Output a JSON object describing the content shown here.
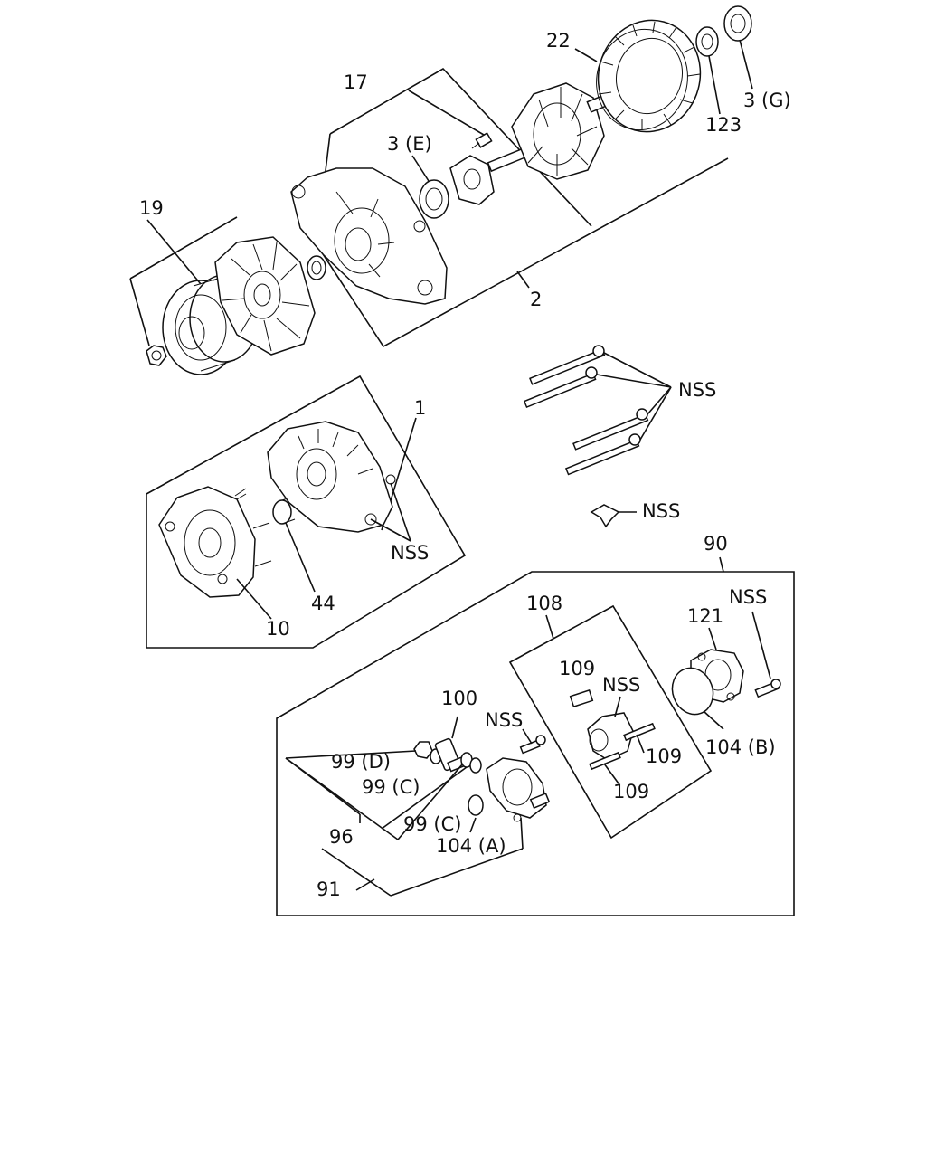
{
  "callouts": {
    "c17": "17",
    "c22": "22",
    "c3e": "3 (E)",
    "c3g": "3 (G)",
    "c123": "123",
    "c19": "19",
    "c2": "2",
    "c1": "1",
    "c10": "10",
    "c44": "44",
    "c90": "90",
    "c108": "108",
    "c121": "121",
    "c109a": "109",
    "c109b": "109",
    "c109c": "109",
    "c100": "100",
    "c99d": "99 (D)",
    "c99c1": "99 (C)",
    "c99c2": "99 (C)",
    "c96": "96",
    "c91": "91",
    "c104a": "104 (A)",
    "c104b": "104 (B)",
    "nss_bolts": "NSS",
    "nss_clip": "NSS",
    "nss_housing": "NSS",
    "nss_cover": "NSS",
    "nss_brush": "NSS",
    "nss_regulator": "NSS"
  }
}
